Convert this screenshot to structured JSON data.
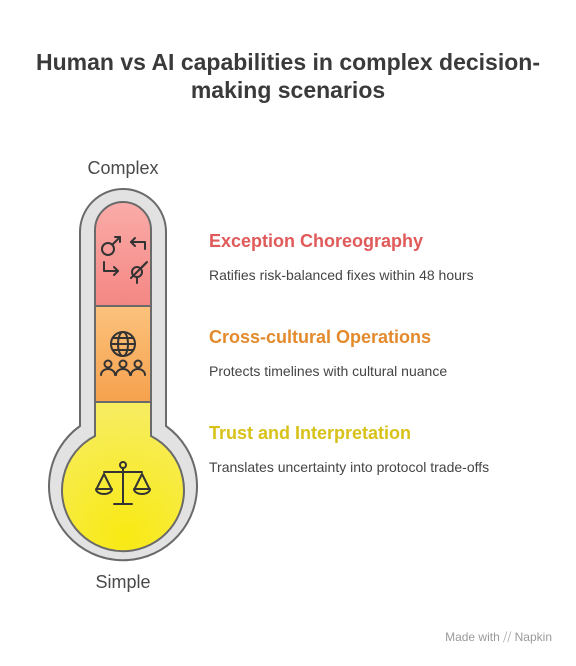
{
  "title_lines": [
    "Human vs AI capabilities in complex decision-",
    "making scenarios"
  ],
  "scale": {
    "top": "Complex",
    "bottom": "Simple"
  },
  "levels": [
    {
      "title": "Exception Choreography",
      "description": "Ratifies risk-balanced fixes within 48 hours",
      "color": "#e05a5a",
      "fill": "#f57f7b",
      "icon": "gender-swap-arrows-icon"
    },
    {
      "title": "Cross-cultural Operations",
      "description": "Protects timelines with cultural nuance",
      "color": "#e38a2c",
      "fill": "#f7a14a",
      "icon": "globe-people-icon"
    },
    {
      "title": "Trust and Interpretation",
      "description": "Translates uncertainty into protocol trade-offs",
      "color": "#d8c21a",
      "fill": "#f7e626",
      "icon": "balance-scale-icon"
    }
  ],
  "footer": {
    "prefix": "Made with",
    "brand": "Napkin"
  }
}
